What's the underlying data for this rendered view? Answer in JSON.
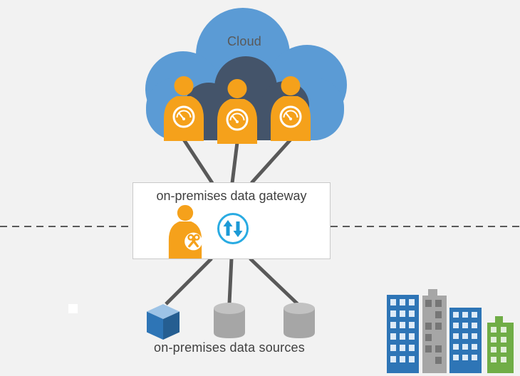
{
  "diagram": {
    "cloud_label": "Cloud",
    "gateway_label": "on-premises data gateway",
    "sources_label": "on-premises data sources"
  },
  "icons": {
    "cloud": "cloud-shape",
    "inner_cloud": "dark-inner-cloud-shape",
    "cloud_users": "person-with-gauge-badge (x3)",
    "gateway_admin": "person-with-wrench-badge",
    "sync": "up-down-arrows-in-circle",
    "cube": "isometric-cube-datasource",
    "databases": "database-cylinder (x2)",
    "city": "city-buildings-skyline",
    "boundary": "horizontal-dashed-line"
  },
  "colors": {
    "background": "#F2F2F2",
    "cloud_blue": "#5B9BD5",
    "inner_cloud_dark": "#44546A",
    "person_orange": "#F5A11B",
    "connector_gray": "#595959",
    "gateway_box_bg": "#FFFFFF",
    "gateway_box_border": "#C9C9C9",
    "sync_blue": "#29ABE2",
    "cube_blue": "#2E75B6",
    "cube_top": "#9DC3E6",
    "cube_side": "#255E91",
    "cylinder_gray": "#A6A6A6",
    "building_blue": "#2E75B6",
    "building_gray": "#A6A6A6",
    "building_green": "#70AD47",
    "label_gray": "#404040"
  }
}
